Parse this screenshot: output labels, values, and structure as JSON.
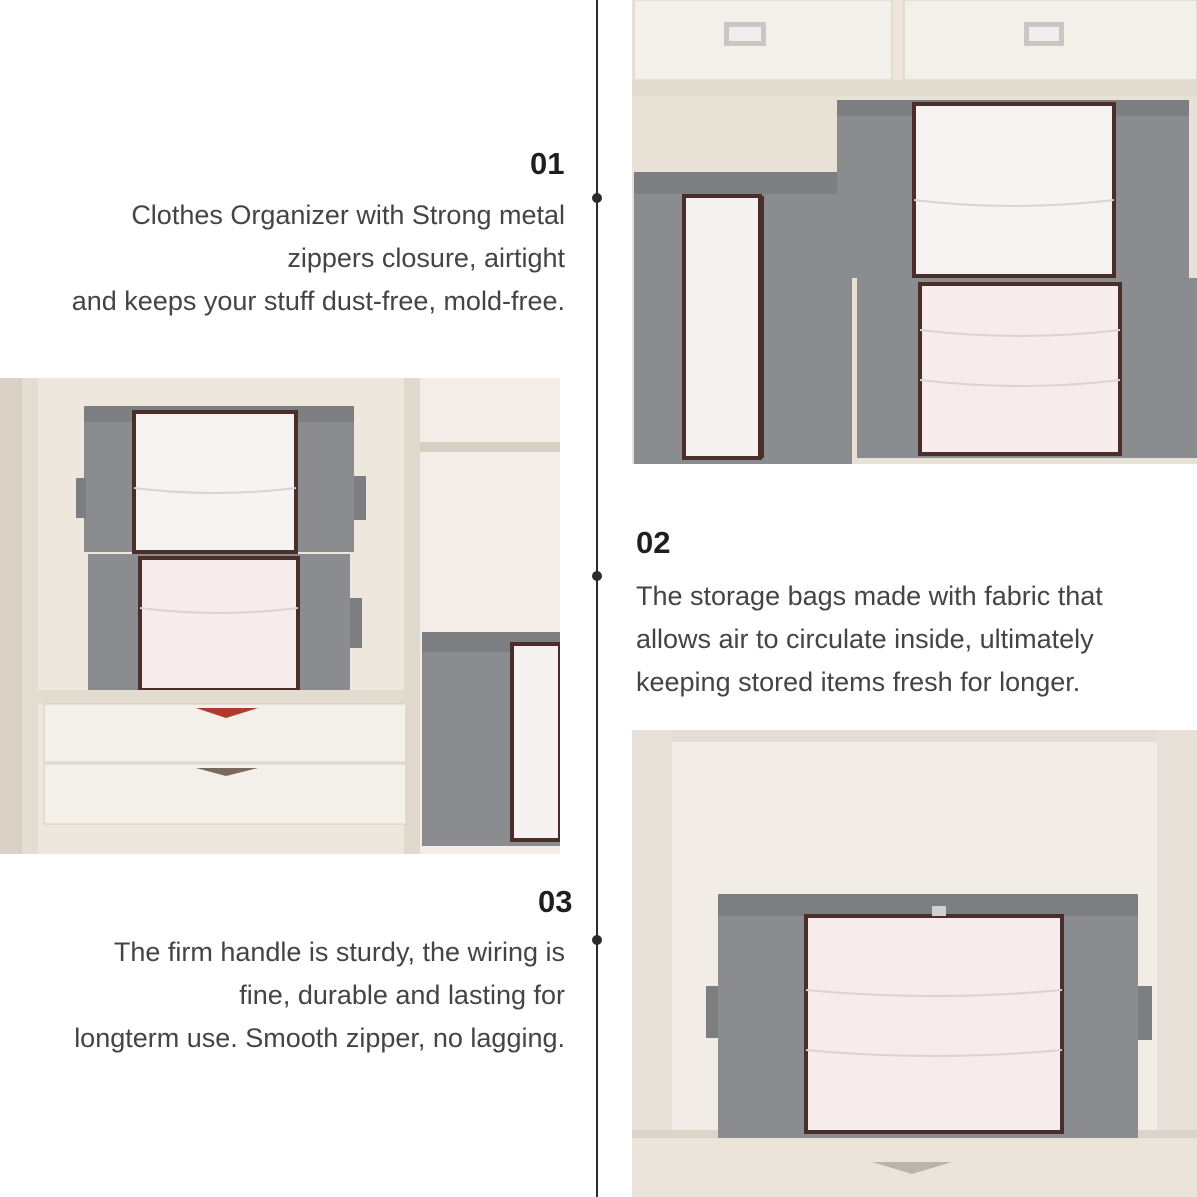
{
  "sections": [
    {
      "number": "01",
      "lines": [
        "Clothes Organizer with Strong metal",
        "zippers closure, airtight",
        "and keeps your stuff dust-free, mold-free."
      ]
    },
    {
      "number": "02",
      "lines": [
        "The storage bags made with fabric that",
        "allows air to circulate inside, ultimately",
        "keeping stored items fresh for longer."
      ]
    },
    {
      "number": "03",
      "lines": [
        "The firm handle is sturdy, the wiring is",
        "fine, durable and lasting for",
        "longterm use. Smooth zipper, no lagging."
      ]
    }
  ],
  "colors": {
    "bag_gray": "#8a8c90",
    "bag_trim": "#4a2e2a",
    "shelf_wood": "#ece6dc",
    "window_white": "#f6f2f2"
  }
}
